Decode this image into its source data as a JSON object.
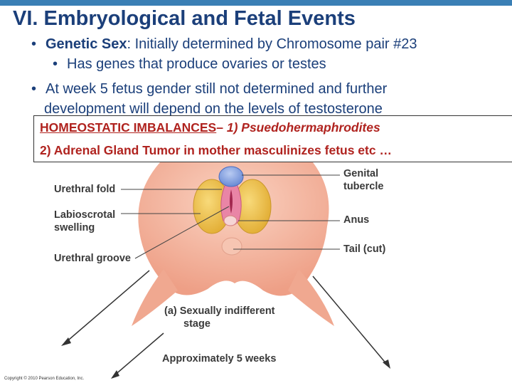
{
  "slide": {
    "title": "VI. Embryological and Fetal Events",
    "bullets": {
      "b1_bold": "Genetic Sex",
      "b1_rest": ":  Initially determined by Chromosome pair #23",
      "b1_sub": "Has genes that produce ovaries or testes",
      "b2_line1": "At week 5 fetus gender still  not determined and further",
      "b2_line2": "development will depend on the levels of testosterone"
    },
    "box": {
      "heading": "HOMEOSTATIC IMBALANCES",
      "dash": "– ",
      "item1": "1) Psuedohermaphrodites",
      "item2": "2) Adrenal Gland Tumor in mother masculinizes fetus etc …"
    }
  },
  "figure": {
    "labels": {
      "urethral_fold": "Urethral fold",
      "labioscrotal_1": "Labioscrotal",
      "labioscrotal_2": "swelling",
      "urethral_groove": "Urethral groove",
      "genital_1": "Genital",
      "genital_2": "tubercle",
      "anus": "Anus",
      "tail": "Tail (cut)",
      "caption_1": "(a) Sexually indifferent",
      "caption_2": "stage",
      "weeks": "Approximately 5 weeks"
    },
    "copyright": "Copyright © 2010 Pearson Education, Inc."
  },
  "colors": {
    "title": "#1b3f7a",
    "accent_bar": "#3a7fb5",
    "imbalance_text": "#b0231f",
    "skin": "#f3b29a",
    "swelling": "#f0c24a",
    "tubercle": "#7e9ee0",
    "fold": "#e985a6"
  }
}
